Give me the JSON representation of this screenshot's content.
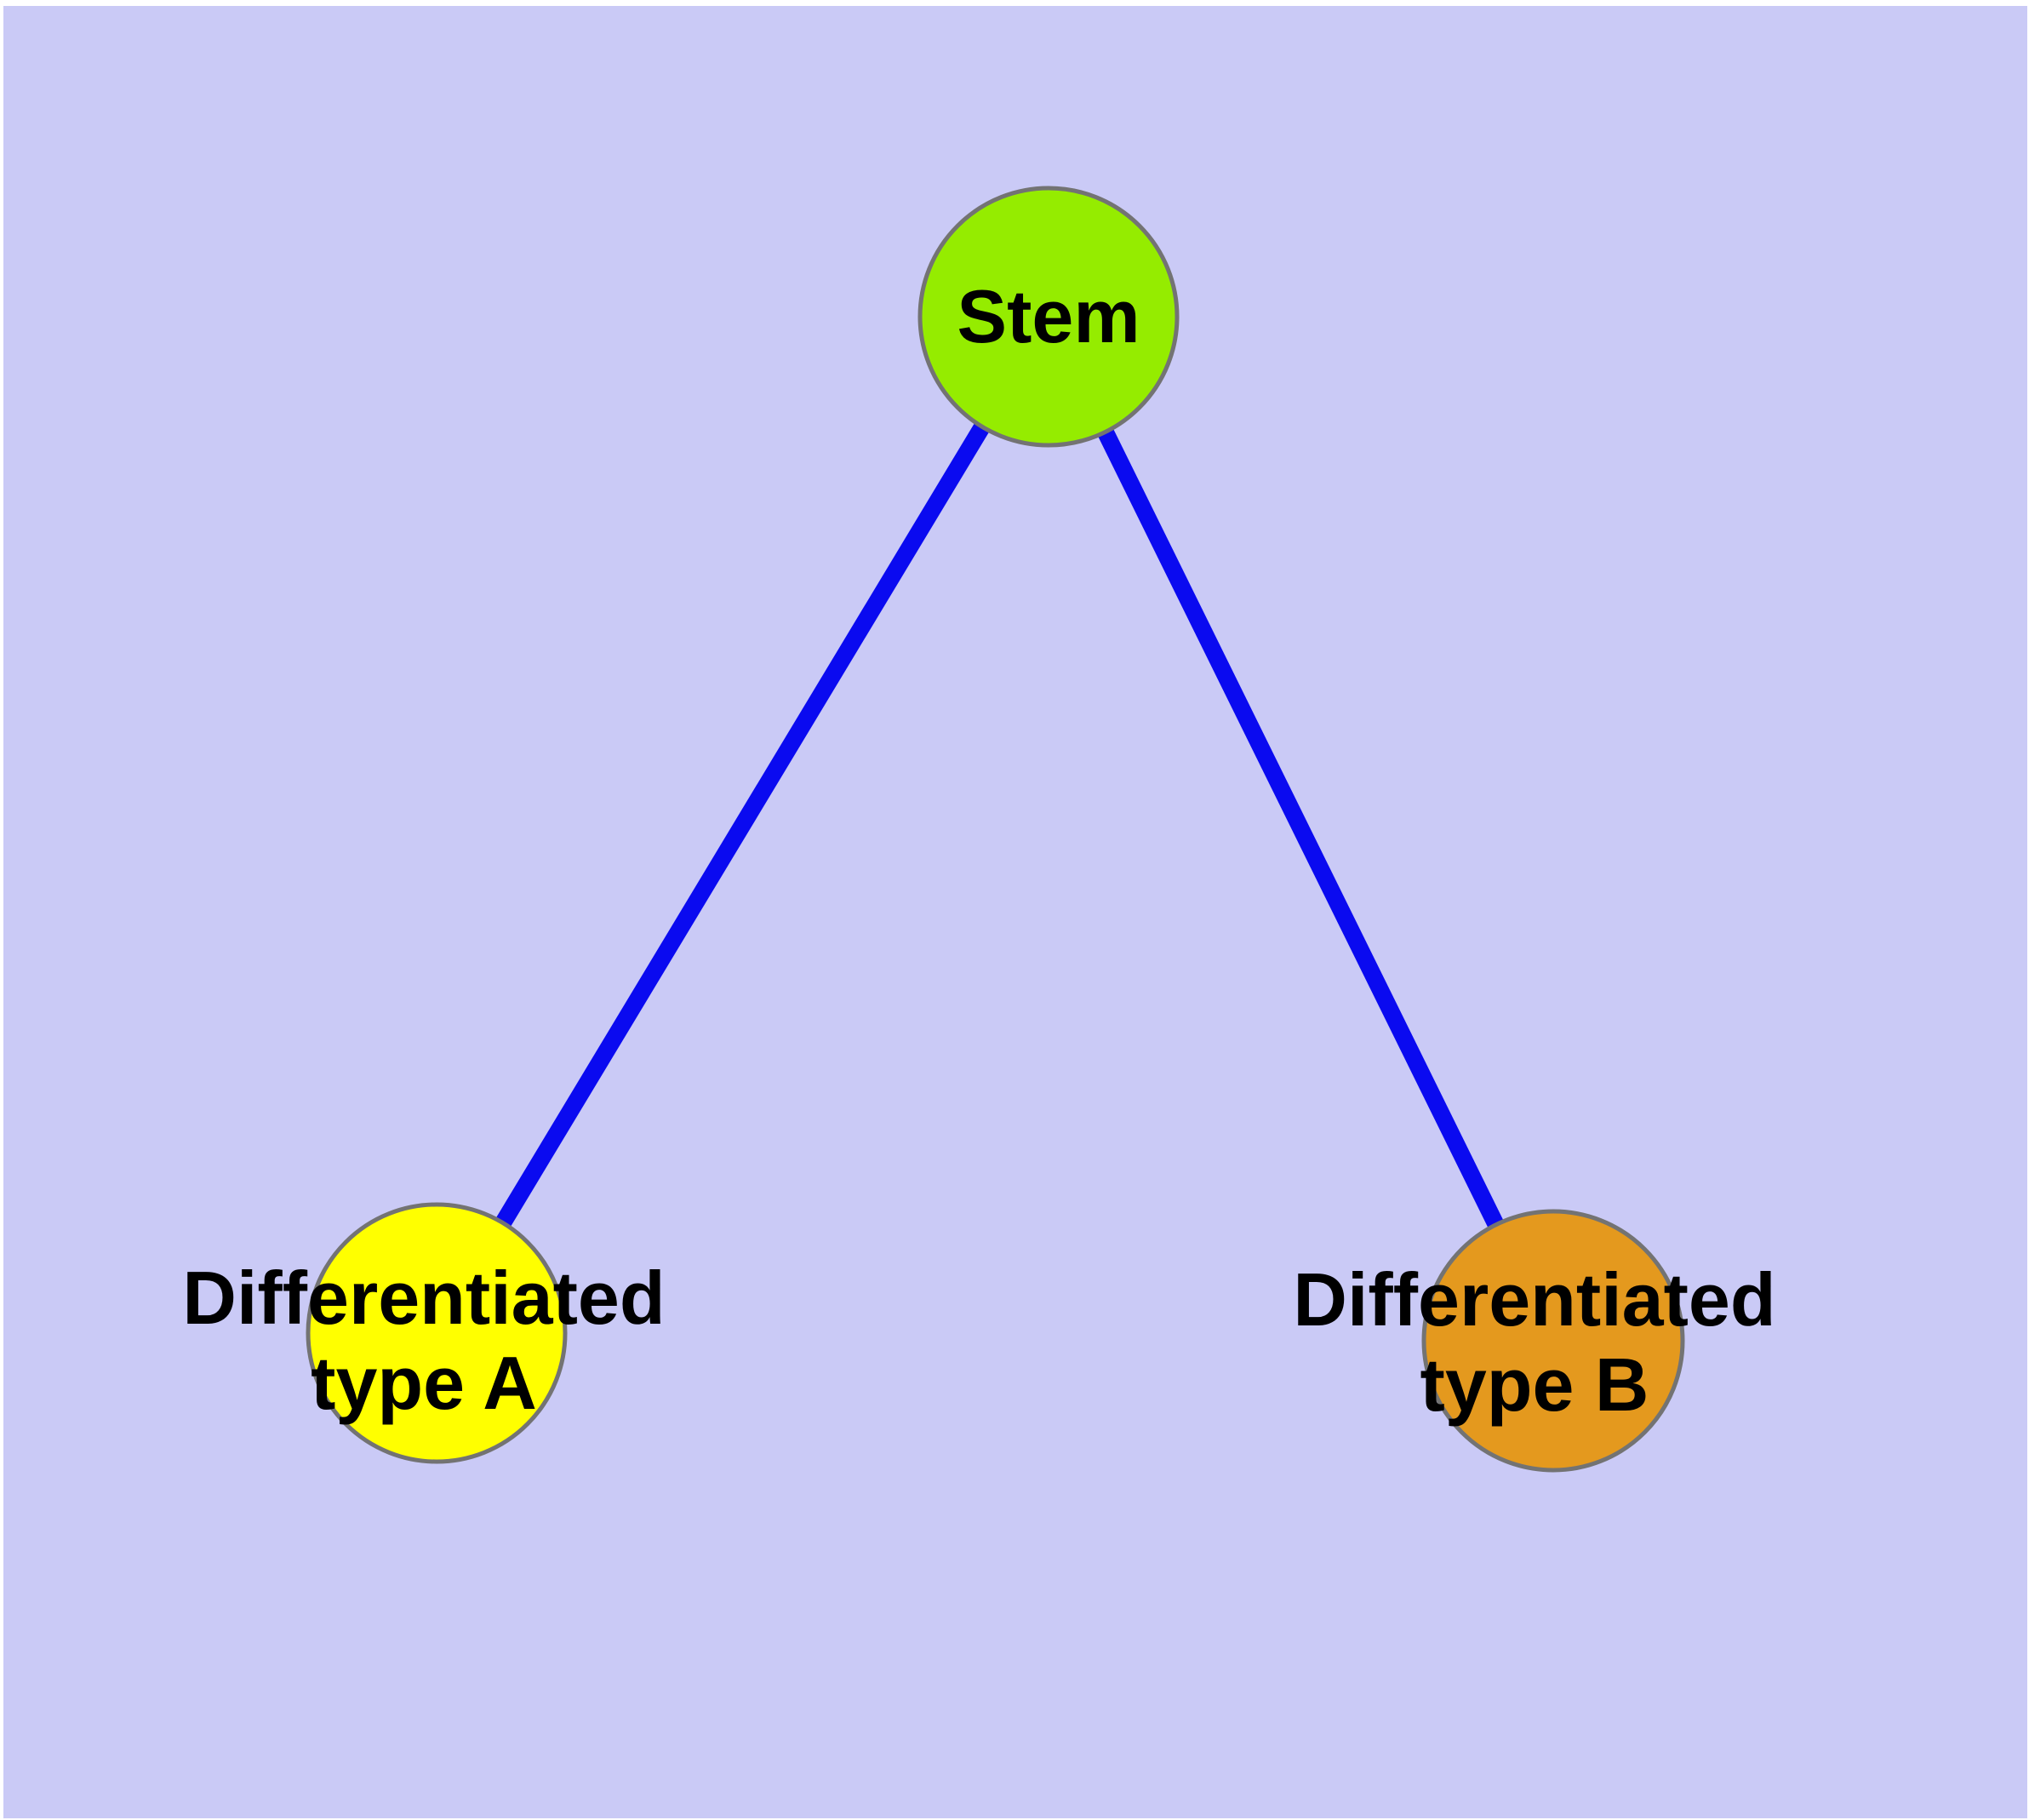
{
  "figure": {
    "type": "node-link-graph",
    "description_visible_text": [
      "Stem",
      "Differentiated type A",
      "Differentiated type B"
    ]
  },
  "colors": {
    "background": "#CACAF6",
    "page_margin": "#FFFFFF",
    "edge": "#0A0AF0",
    "node_border": "#737373",
    "text": "#000000",
    "stem_fill": "#95EC00",
    "type_a_fill": "#FFFF00",
    "type_b_fill": "#E4991E"
  },
  "nodes": {
    "stem": {
      "label": "Stem",
      "color": "#95EC00"
    },
    "type_a": {
      "label_line1": "Differentiated",
      "label_line2": "type A",
      "color": "#FFFF00"
    },
    "type_b": {
      "label_line1": "Differentiated",
      "label_line2": "type B",
      "color": "#E4991E"
    }
  },
  "edges": [
    {
      "from": "Stem",
      "to": "Differentiated type A"
    },
    {
      "from": "Stem",
      "to": "Differentiated type B"
    }
  ]
}
